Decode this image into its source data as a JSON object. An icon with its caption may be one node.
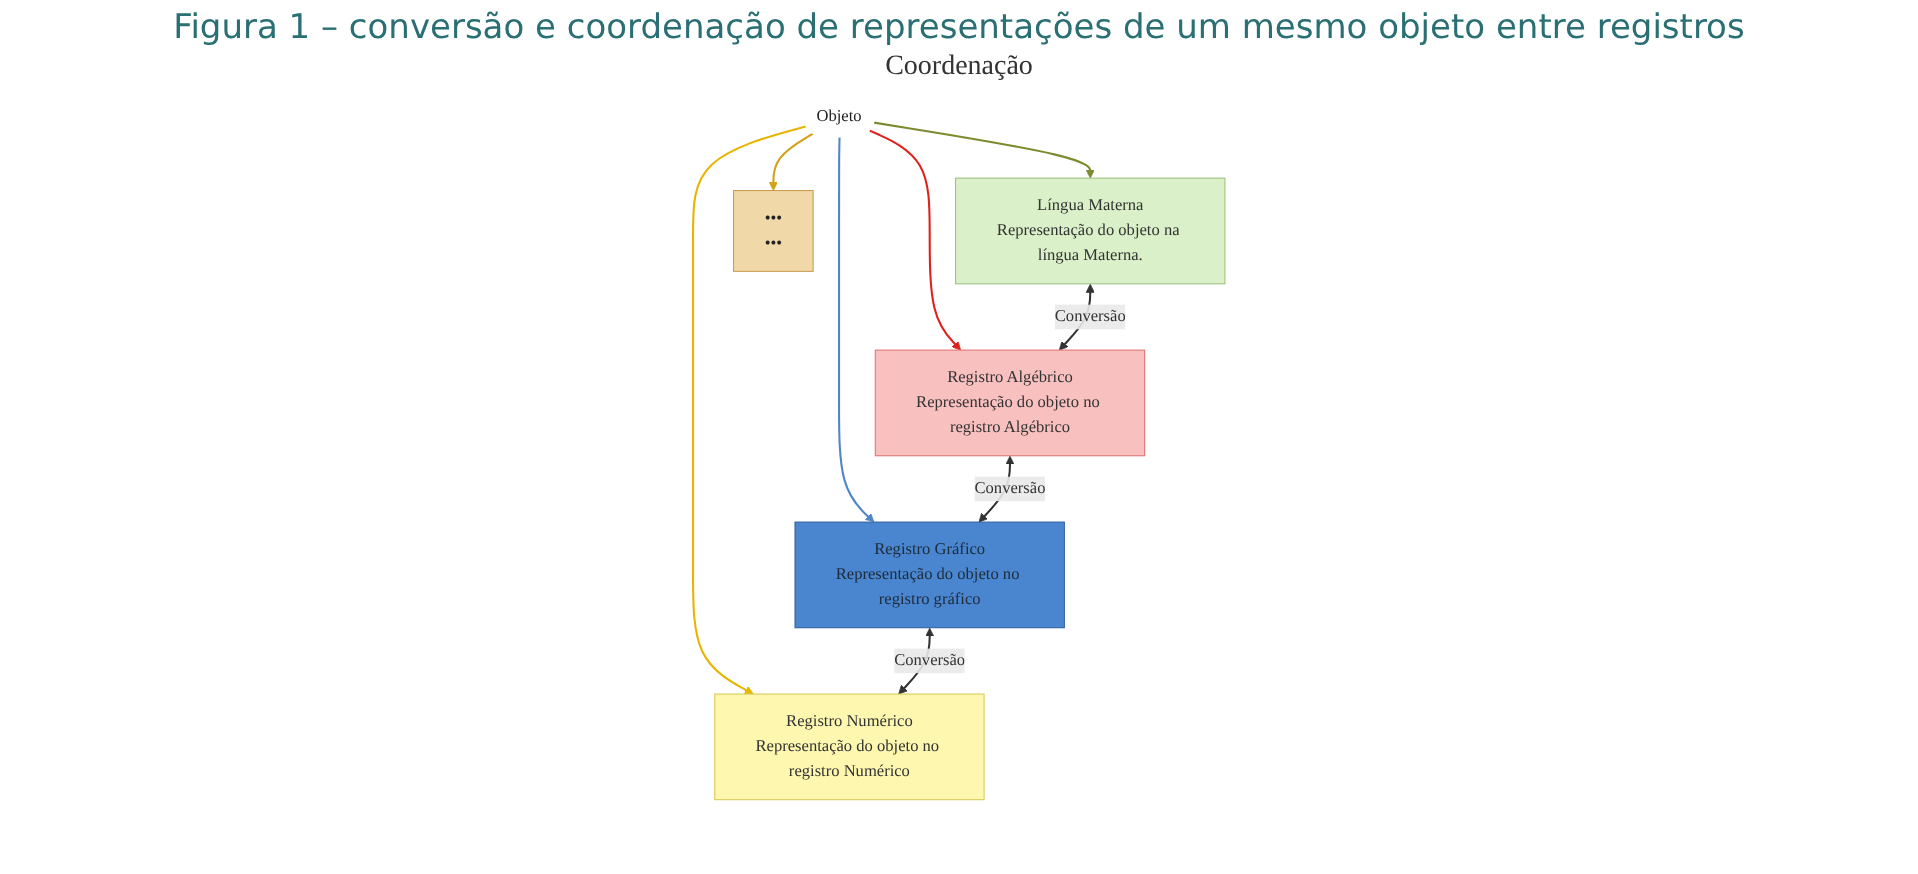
{
  "diagram": {
    "title": "Figura 1 – conversão e coordenação de representações de um mesmo objeto entre registros",
    "nodes": [
      {
        "text": [
          "Objeto"
        ]
      },
      {
        "text": [
          "Língua Materna",
          "Representação do objeto na língua Materna."
        ]
      },
      {
        "text": [
          "Registro Algébrico",
          "Representação do objeto no registro Algébrico"
        ]
      },
      {
        "text": [
          "Registro Gráfico",
          "Representação do objeto no registro gráfico"
        ]
      },
      {
        "text": [
          "Registro Numérico",
          "Representação do objeto no registro Numérico"
        ]
      },
      {
        "text": [
          "•••",
          "•••"
        ]
      }
    ],
    "edges": [
      {
        "from": 0,
        "to": 1,
        "arrow": "to",
        "color": "#7a8c2e"
      },
      {
        "from": 0,
        "to": 2,
        "arrow": "to",
        "color": "#e0201b"
      },
      {
        "from": 0,
        "to": 3,
        "arrow": "to",
        "color": "#4f86c6"
      },
      {
        "from": 0,
        "to": 4,
        "arrow": "to",
        "color": "#e8b400"
      },
      {
        "from": 0,
        "to": 5,
        "arrow": "to",
        "color": "#d4a017"
      },
      {
        "from": 1,
        "to": 2,
        "arrow": "both",
        "label": "Conversão"
      },
      {
        "from": 2,
        "to": 3,
        "arrow": "both",
        "label": "Conversão"
      },
      {
        "from": 3,
        "to": 4,
        "arrow": "both",
        "label": "Conversão"
      }
    ],
    "labels": [
      "Coordenação"
    ]
  }
}
